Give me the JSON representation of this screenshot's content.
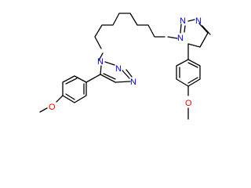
{
  "diagram": {
    "type": "skeletal-structure",
    "colors": {
      "bond": "#000000",
      "nitrogen": "#0000ff",
      "oxygen": "#ff0000",
      "background": "#ffffff"
    },
    "atom_labels": {
      "left_triazole": {
        "n1": "N",
        "n2": "N",
        "n3": "N"
      },
      "right_triazole": {
        "n1": "N",
        "n2": "N",
        "n3": "N"
      },
      "left_methoxy_o": "O",
      "right_methoxy_o": "O"
    }
  }
}
